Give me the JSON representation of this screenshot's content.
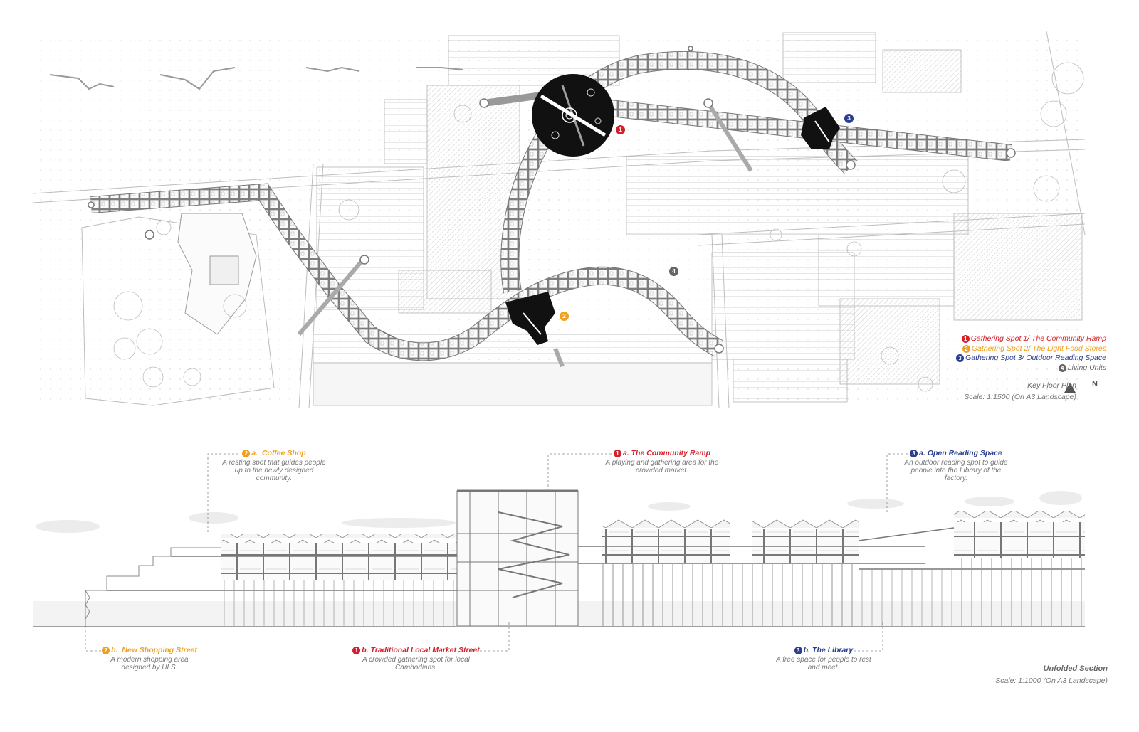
{
  "colors": {
    "red": "#d4202a",
    "orange": "#f0a020",
    "blue": "#2a3d8f",
    "grey": "#666666",
    "black": "#111111"
  },
  "plan": {
    "title": "Key Floor Plan",
    "scale": "Scale: 1:1500 (On A3 Landscape)",
    "north": "N",
    "markers": [
      "1",
      "2",
      "3",
      "4"
    ],
    "legend": [
      {
        "num": "1",
        "label": "Gathering Spot 1/ The Community Ramp",
        "color": "#d4202a"
      },
      {
        "num": "2",
        "label": "Gathering Spot 2/ The Light Food Stores",
        "color": "#f0a020"
      },
      {
        "num": "3",
        "label": "Gathering Spot 3/ Outdoor Reading Space",
        "color": "#2a3d8f"
      },
      {
        "num": "4",
        "label": "Living Units",
        "color": "#666666"
      }
    ]
  },
  "section": {
    "title": "Unfolded Section",
    "scale": "Scale: 1:1000 (On A3 Landscape)",
    "callouts": [
      {
        "num": "2",
        "letter": "a.",
        "title": "Coffee Shop",
        "color": "#f0a020",
        "desc": "A resting spot that guides people up to the newly designed community."
      },
      {
        "num": "1",
        "letter": "a.",
        "title": "The Community Ramp",
        "color": "#d4202a",
        "desc": "A playing and gathering area for the crowded market."
      },
      {
        "num": "3",
        "letter": "a.",
        "title": "Open Reading Space",
        "color": "#2a3d8f",
        "desc": "An outdoor reading spot to guide people into the Library of the factory."
      },
      {
        "num": "2",
        "letter": "b.",
        "title": "New Shopping Street",
        "color": "#f0a020",
        "desc": "A modern shopping area designed by ULS."
      },
      {
        "num": "1",
        "letter": "b.",
        "title": "Traditional Local Market Street",
        "color": "#d4202a",
        "desc": "A crowded gathering spot for local Cambodians."
      },
      {
        "num": "3",
        "letter": "b.",
        "title": "The Library",
        "color": "#2a3d8f",
        "desc": "A free space for people to rest and meet."
      }
    ]
  }
}
